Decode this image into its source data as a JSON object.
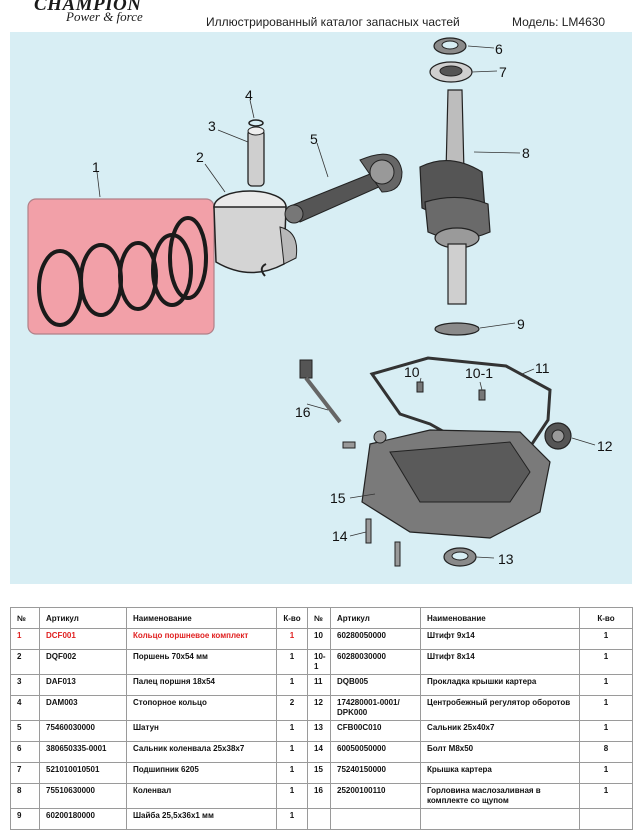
{
  "header": {
    "brand": "CHAMPION",
    "tagline": "Power & force",
    "catalog_title": "Иллюстрированный каталог запасных частей",
    "model": "Модель: LM4630"
  },
  "diagram": {
    "callouts": [
      "1",
      "2",
      "3",
      "4",
      "5",
      "6",
      "7",
      "8",
      "9",
      "10",
      "10-1",
      "11",
      "12",
      "13",
      "14",
      "15",
      "16"
    ],
    "highlight_color": "#f2a0a8",
    "background_color": "#d8eef4"
  },
  "table": {
    "headers": [
      "№",
      "Артикул",
      "Наименование",
      "К-во",
      "№",
      "Артикул",
      "Наименование",
      "К-во"
    ],
    "rows": [
      {
        "n1": "1",
        "a1": "DCF001",
        "name1": "Кольцо поршневое комплект",
        "q1": "1",
        "n2": "10",
        "a2": "60280050000",
        "name2": "Штифт 9х14",
        "q2": "1"
      },
      {
        "n1": "2",
        "a1": "DQF002",
        "name1": "Поршень 70х54 мм",
        "q1": "1",
        "n2": "10-1",
        "a2": "60280030000",
        "name2": "Штифт 8х14",
        "q2": "1"
      },
      {
        "n1": "3",
        "a1": "DAF013",
        "name1": "Палец поршня 18х54",
        "q1": "1",
        "n2": "11",
        "a2": "DQB005",
        "name2": "Прокладка крышки картера",
        "q2": "1"
      },
      {
        "n1": "4",
        "a1": "DAM003",
        "name1": "Стопорное кольцо",
        "q1": "2",
        "n2": "12",
        "a2": "174280001-0001/ DPK000",
        "name2": "Центробежный регулятор оборотов",
        "q2": "1"
      },
      {
        "n1": "5",
        "a1": "75460030000",
        "name1": "Шатун",
        "q1": "1",
        "n2": "13",
        "a2": "CFB00C010",
        "name2": "Сальник 25х40х7",
        "q2": "1"
      },
      {
        "n1": "6",
        "a1": "380650335-0001",
        "name1": "Сальник коленвала 25х38х7",
        "q1": "1",
        "n2": "14",
        "a2": "60050050000",
        "name2": "Болт М8х50",
        "q2": "8"
      },
      {
        "n1": "7",
        "a1": "521010010501",
        "name1": "Подшипник 6205",
        "q1": "1",
        "n2": "15",
        "a2": "75240150000",
        "name2": "Крышка картера",
        "q2": "1"
      },
      {
        "n1": "8",
        "a1": "75510630000",
        "name1": "Коленвал",
        "q1": "1",
        "n2": "16",
        "a2": "25200100110",
        "name2": "Горловина маслозаливная в комплекте со щупом",
        "q2": "1"
      },
      {
        "n1": "9",
        "a1": "60200180000",
        "name1": "Шайба 25,5х36х1 мм",
        "q1": "1",
        "n2": "",
        "a2": "",
        "name2": "",
        "q2": ""
      }
    ]
  }
}
